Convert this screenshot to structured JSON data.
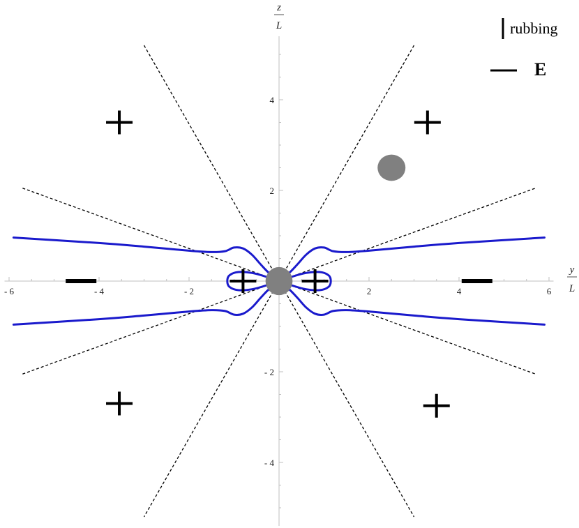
{
  "chart_data": {
    "type": "line",
    "title": "",
    "xlabel": {
      "numerator": "y",
      "denominator": "L"
    },
    "ylabel": {
      "numerator": "z",
      "denominator": "L"
    },
    "xlim": [
      -6.1,
      6.1
    ],
    "ylim": [
      -5.4,
      5.4
    ],
    "x_ticks": [
      {
        "value": -6,
        "label": "- 6"
      },
      {
        "value": -4,
        "label": "- 4"
      },
      {
        "value": -2,
        "label": "- 2"
      },
      {
        "value": 2,
        "label": "2"
      },
      {
        "value": 4,
        "label": "4"
      },
      {
        "value": 6,
        "label": "6"
      }
    ],
    "y_ticks": [
      {
        "value": 4,
        "label": "4"
      },
      {
        "value": 2,
        "label": "2"
      },
      {
        "value": -2,
        "label": "- 2"
      },
      {
        "value": -4,
        "label": "- 4"
      }
    ],
    "grid": false,
    "legend": {
      "placement": "top-right",
      "entries": [
        {
          "symbol": "vertical-bar",
          "label": "rubbing"
        },
        {
          "symbol": "horizontal-bar",
          "label": "E"
        }
      ]
    },
    "dashed_lines": [
      {
        "name": "",
        "x": [
          -3.0,
          3.0
        ],
        "y": [
          5.2,
          -5.2
        ]
      },
      {
        "name": "",
        "x": [
          3.0,
          -3.0
        ],
        "y": [
          5.2,
          -5.2
        ]
      },
      {
        "name": "",
        "x": [
          -5.7,
          5.7
        ],
        "y": [
          2.05,
          -2.05
        ]
      },
      {
        "name": "",
        "x": [
          -5.7,
          5.7
        ],
        "y": [
          -2.05,
          2.05
        ]
      }
    ],
    "curves": {
      "color": "#1a1acc",
      "upper_outer": {
        "x": [
          -5.9,
          -4.0,
          -3.0,
          -2.0,
          -1.5,
          -1.2,
          -1.0,
          -0.8,
          -0.6,
          -0.4,
          -0.2,
          0.0,
          0.2,
          0.4,
          0.6,
          0.8,
          1.0,
          1.2,
          1.5,
          2.0,
          3.0,
          4.0,
          5.9
        ],
        "y": [
          0.96,
          0.84,
          0.76,
          0.67,
          0.64,
          0.66,
          0.74,
          0.72,
          0.58,
          0.36,
          0.16,
          0.06,
          0.16,
          0.36,
          0.58,
          0.72,
          0.74,
          0.66,
          0.64,
          0.67,
          0.76,
          0.84,
          0.96
        ]
      },
      "lower_outer": {
        "x": [
          -5.9,
          -4.0,
          -3.0,
          -2.0,
          -1.5,
          -1.2,
          -1.0,
          -0.8,
          -0.6,
          -0.4,
          -0.2,
          0.0,
          0.2,
          0.4,
          0.6,
          0.8,
          1.0,
          1.2,
          1.5,
          2.0,
          3.0,
          4.0,
          5.9
        ],
        "y": [
          -0.96,
          -0.84,
          -0.76,
          -0.67,
          -0.64,
          -0.66,
          -0.74,
          -0.72,
          -0.58,
          -0.36,
          -0.16,
          -0.06,
          -0.16,
          -0.36,
          -0.58,
          -0.72,
          -0.74,
          -0.66,
          -0.64,
          -0.67,
          -0.76,
          -0.84,
          -0.96
        ]
      },
      "left_loop": {
        "x": [
          -0.05,
          -0.3,
          -0.6,
          -0.9,
          -1.1,
          -1.15,
          -1.1,
          -0.9,
          -0.6,
          -0.3,
          -0.05
        ],
        "y": [
          0.0,
          0.1,
          0.18,
          0.2,
          0.13,
          0.0,
          -0.13,
          -0.2,
          -0.18,
          -0.1,
          0.0
        ]
      },
      "right_loop": {
        "x": [
          0.05,
          0.3,
          0.6,
          0.9,
          1.1,
          1.15,
          1.1,
          0.9,
          0.6,
          0.3,
          0.05
        ],
        "y": [
          0.0,
          0.1,
          0.18,
          0.2,
          0.13,
          0.0,
          -0.13,
          -0.2,
          -0.18,
          -0.1,
          0.0
        ]
      }
    },
    "markers": [
      {
        "type": "plus",
        "x": -3.55,
        "y": 3.5
      },
      {
        "type": "plus",
        "x": 3.3,
        "y": 3.5
      },
      {
        "type": "plus",
        "x": -3.55,
        "y": -2.7
      },
      {
        "type": "plus",
        "x": 3.5,
        "y": -2.75
      },
      {
        "type": "plus",
        "x": -0.8,
        "y": 0.0
      },
      {
        "type": "plus",
        "x": 0.8,
        "y": 0.0
      },
      {
        "type": "minus",
        "x": -4.4,
        "y": 0.0
      },
      {
        "type": "minus",
        "x": 4.4,
        "y": 0.0
      }
    ],
    "disks": [
      {
        "x": 0.0,
        "y": 0.0,
        "rx": 0.3,
        "ry": 0.31,
        "color": "#808080"
      },
      {
        "x": 2.5,
        "y": 2.5,
        "rx": 0.31,
        "ry": 0.29,
        "color": "#808080"
      }
    ]
  }
}
